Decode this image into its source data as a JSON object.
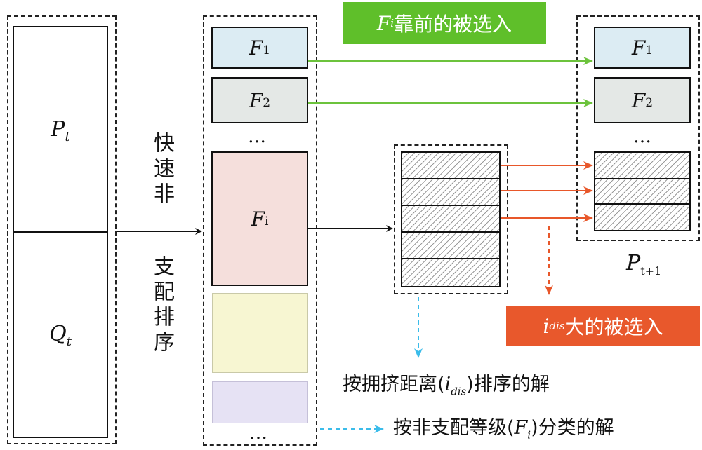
{
  "left_panel": {
    "top_label": "P",
    "top_sub": "t",
    "bottom_label": "Q",
    "bottom_sub": "t"
  },
  "sort_label_top": "快速非",
  "sort_label_bottom": "支配排序",
  "fronts": {
    "f1": "F",
    "f1_sub": "1",
    "f2": "F",
    "f2_sub": "2",
    "ellipsis_top": "…",
    "fi": "F",
    "fi_sub": "i",
    "ellipsis_bottom": "…"
  },
  "next_pop": {
    "f1": "F",
    "f1_sub": "1",
    "f2": "F",
    "f2_sub": "2",
    "ellipsis": "…",
    "label": "P",
    "label_sub": "t+1"
  },
  "banners": {
    "green_italic": "F",
    "green_sub": "i",
    "green_text": "靠前的被选入",
    "orange_italic": "i",
    "orange_sub": "dis",
    "orange_text": "大的被选入"
  },
  "legend": {
    "crowding_pre": "按拥挤距离(",
    "crowding_italic": "i",
    "crowding_sub": "dis",
    "crowding_post": ")排序的解",
    "rank_pre": "按非支配等级(",
    "rank_italic": "F",
    "rank_sub": "i",
    "rank_post": ")分类的解"
  },
  "colors": {
    "f1_fill": "#dcecf3",
    "f2_fill": "#e4e8e6",
    "fi_fill": "#f5dfdc",
    "f_next1_fill": "#f7f6d2",
    "f_next2_fill": "#e6e2f4",
    "green_arrow": "#6cc33c",
    "green_banner": "#5fbf2a",
    "orange_arrow": "#e8572a",
    "orange_banner": "#e8582c",
    "cyan_arrow": "#3bbcea"
  }
}
